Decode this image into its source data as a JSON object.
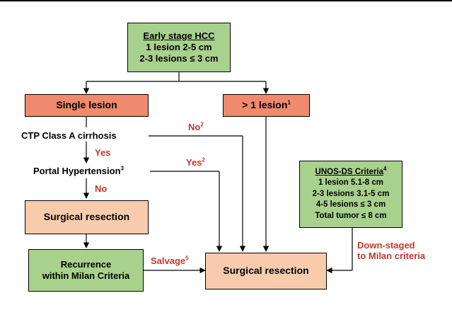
{
  "colors": {
    "green": "#a9d18e",
    "red": "#f08a6e",
    "peach": "#f9cbad",
    "label_red": "#c0392b"
  },
  "nodes": {
    "early_stage": {
      "title": "Early stage HCC",
      "line1": "1 lesion 2-5 cm",
      "line2": "2-3 lesions ≤ 3 cm"
    },
    "single_lesion": {
      "label": "Single lesion"
    },
    "multi_lesion": {
      "label": "> 1 lesion",
      "sup": "1"
    },
    "ctp": {
      "label": "CTP Class A cirrhosis"
    },
    "portal": {
      "label": "Portal Hypertension",
      "sup": "3"
    },
    "surgical_left": {
      "label": "Surgical resection"
    },
    "recurrence": {
      "line1": "Recurrence",
      "line2": "within Milan Criteria"
    },
    "surgical_main": {
      "label": "Surgical resection"
    },
    "unos": {
      "title": "UNOS-DS Criteria",
      "title_sup": "4",
      "line1": "1 lesion 5.1-8 cm",
      "line2": "2-3 lesions 3.1-5 cm",
      "line3": "4-5 lesions ≤ 3 cm",
      "line4": "Total tumor ≤ 8 cm"
    }
  },
  "edge_labels": {
    "no_ctp": {
      "text": "No",
      "sup": "2"
    },
    "yes_ctp": {
      "text": "Yes"
    },
    "yes_portal": {
      "text": "Yes",
      "sup": "2"
    },
    "no_portal": {
      "text": "No"
    },
    "salvage": {
      "text": "Salvage",
      "sup": "5"
    },
    "downstaged_line1": {
      "text": "Down-staged"
    },
    "downstaged_line2": {
      "text": "to Milan criteria"
    }
  }
}
